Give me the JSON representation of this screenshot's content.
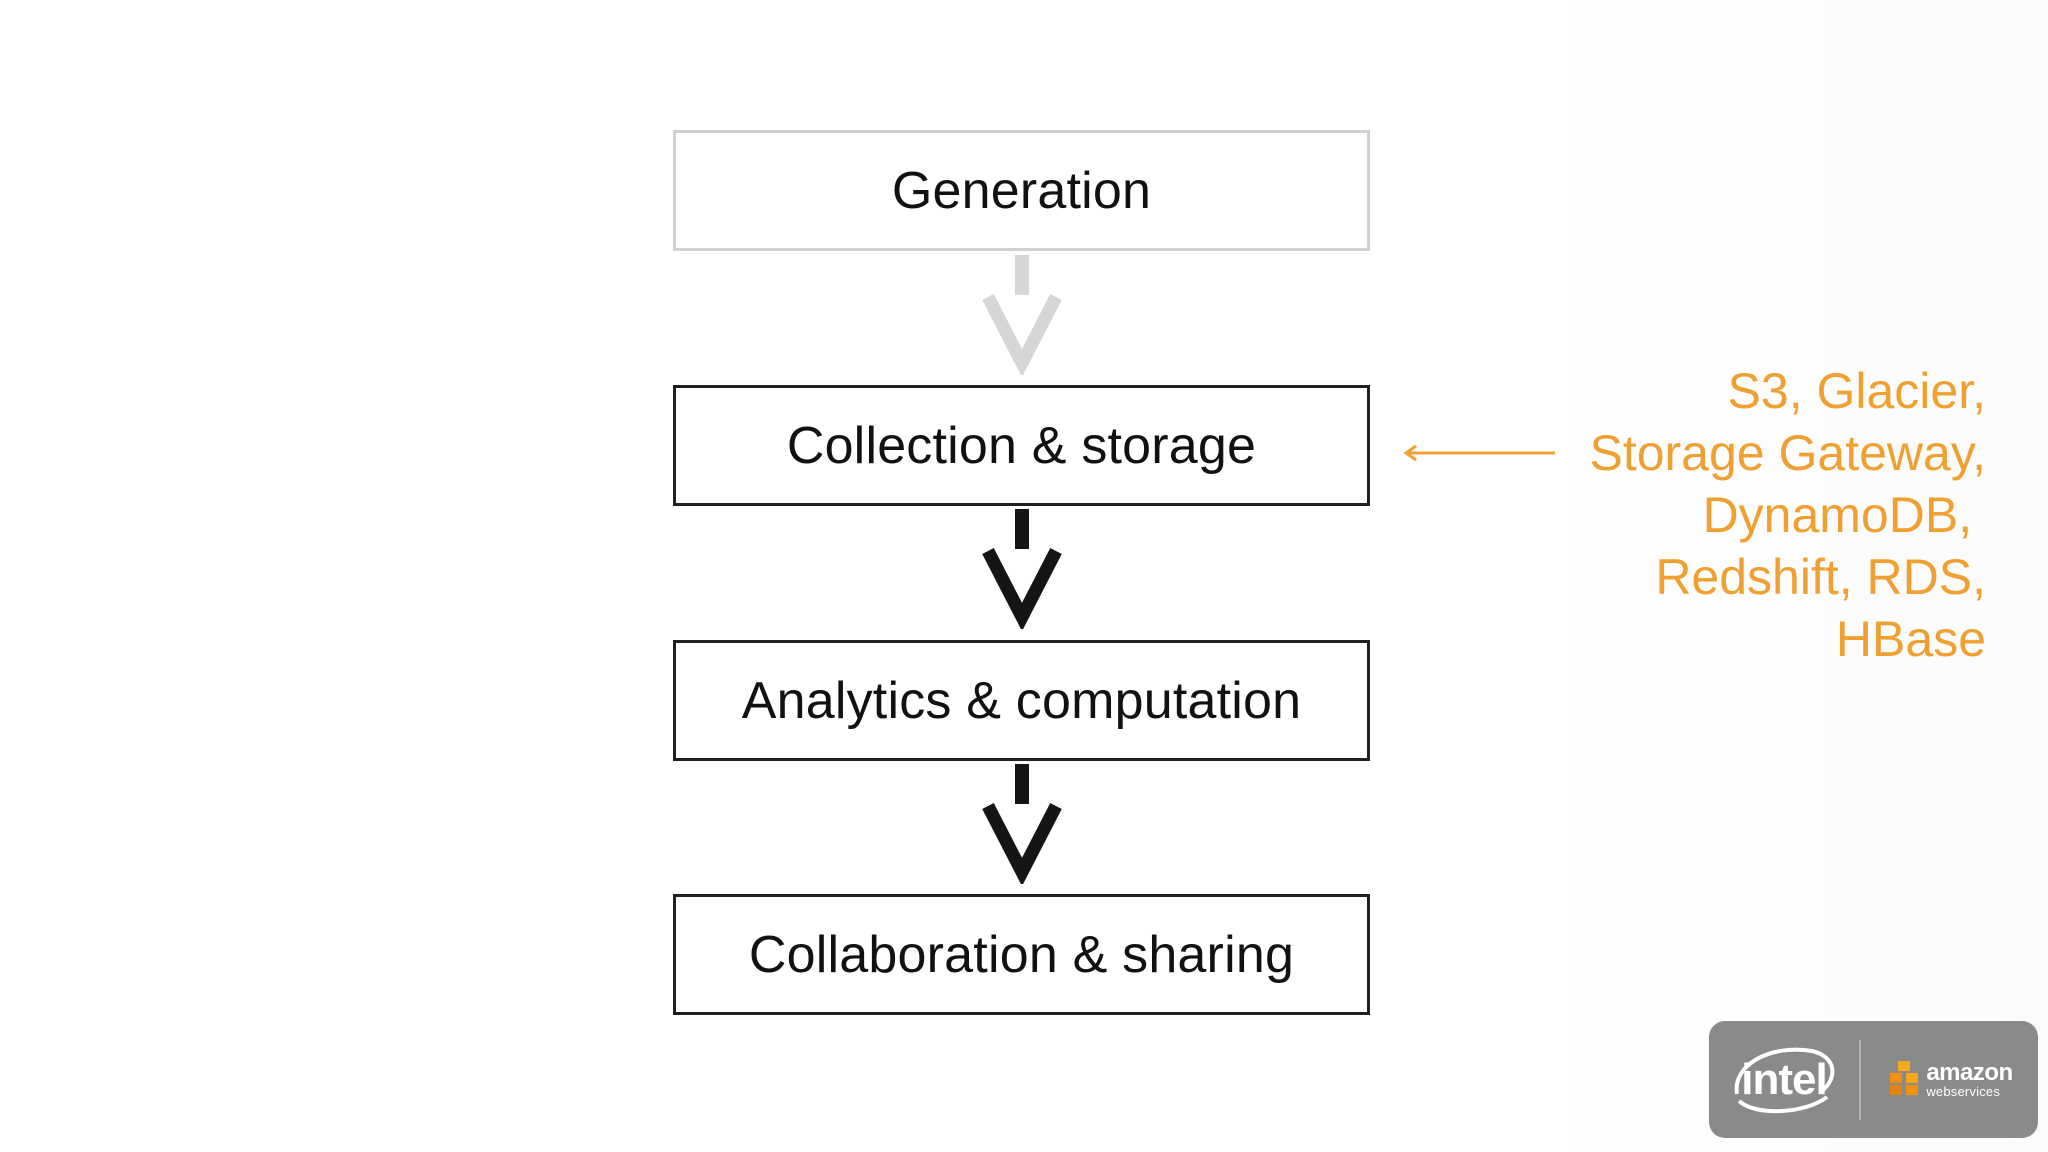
{
  "diagram": {
    "stages": [
      {
        "label": "Generation",
        "state": "faded"
      },
      {
        "label": "Collection & storage",
        "state": "active"
      },
      {
        "label": "Analytics & computation",
        "state": "active"
      },
      {
        "label": "Collaboration & sharing",
        "state": "active"
      }
    ],
    "services": [
      "S3, Glacier,",
      "Storage Gateway,",
      "DynamoDB, ",
      "Redshift, RDS,",
      "HBase"
    ]
  },
  "logos": {
    "intel": "intel",
    "aws_primary": "amazon",
    "aws_secondary": "webservices"
  },
  "colors": {
    "accent": "#f0a030",
    "box_border": "#1f1f1f",
    "faded": "#d0d0d0",
    "badge": "#8a8a8a"
  }
}
